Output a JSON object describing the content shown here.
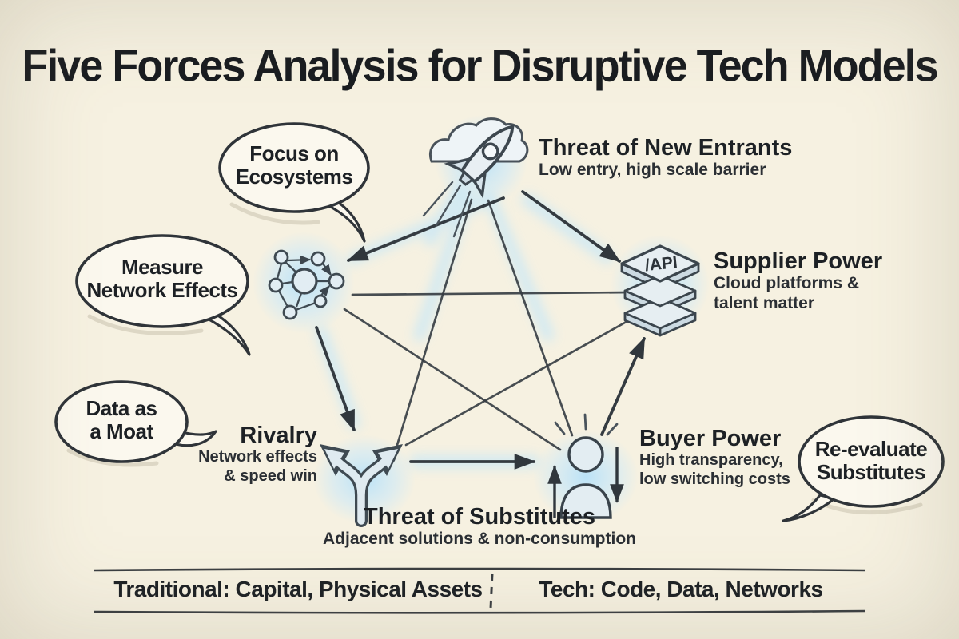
{
  "title": "Five Forces Analysis for Disruptive Tech Models",
  "forces": {
    "new_entrants": {
      "label": "Threat of New Entrants",
      "note": "Low entry, high scale barrier",
      "icon": "rocket-icon"
    },
    "supplier_power": {
      "label": "Supplier Power",
      "note1": "Cloud platforms &",
      "note2": "talent matter",
      "icon": "api-stack-icon",
      "api_label": "/API"
    },
    "rivalry": {
      "label": "Rivalry",
      "note1": "Network effects",
      "note2": "& speed win",
      "icon": "fork-arrows-icon"
    },
    "buyer_power": {
      "label": "Buyer Power",
      "note1": "High transparency,",
      "note2": "low switching costs",
      "icon": "person-icon"
    },
    "substitutes": {
      "label": "Threat of Substitutes",
      "note": "Adjacent solutions & non-consumption"
    }
  },
  "bubbles": {
    "focus": {
      "line1": "Focus on",
      "line2": "Ecosystems"
    },
    "measure": {
      "line1": "Measure",
      "line2": "Network Effects"
    },
    "data_moat": {
      "line1": "Data as",
      "line2": "a Moat"
    },
    "reevaluate": {
      "line1": "Re-evaluate",
      "line2": "Substitutes"
    }
  },
  "footer": {
    "traditional": "Traditional: Capital, Physical Assets",
    "tech": "Tech: Code, Data, Networks"
  },
  "colors": {
    "background": "#f6f1e1",
    "ink": "#22262a",
    "glow_blue": "#bfe3f7",
    "icon_fill": "#e3edf2",
    "bubble_fill": "#fbf8ee"
  }
}
